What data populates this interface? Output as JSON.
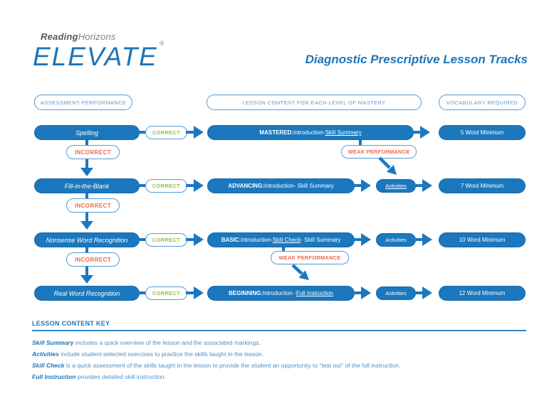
{
  "colors": {
    "primary_blue": "#1B75BB",
    "pill_fill_blue": "#1B78BE",
    "outline_blue": "#549AD4",
    "header_text_blue": "#5B9BD5",
    "green_correct": "#8CC63F",
    "orange_incorrect": "#F2684C",
    "brand_gray_dark": "#58595B",
    "brand_gray": "#808285"
  },
  "brand": {
    "name_bold": "Reading",
    "name_light": "Horizons",
    "product": "ELEVATE",
    "registered_mark": "®"
  },
  "title": "Diagnostic Prescriptive Lesson Tracks",
  "column_headers": {
    "assessment": "ASSESSMENT PERFORMANCE",
    "lesson": "LESSON CONTENT FOR EACH LEVEL OF MASTERY",
    "vocabulary": "VOCABULARY REQUIRED"
  },
  "labels": {
    "correct": "CORRECT",
    "incorrect": "INCORRECT",
    "weak_performance": "WEAK PERFORMANCE",
    "activities": "Activities"
  },
  "rows": [
    {
      "assessment": "Spelling",
      "level": "MASTERED:",
      "content_pre": " Introduction- ",
      "content_link": "Skill Summary",
      "content_post": "",
      "vocabulary": "5 Word Minimum"
    },
    {
      "assessment": "Fill-in-the-Blank",
      "level": "ADVANCING:",
      "content_pre": " Introduction- Skill Summary",
      "content_link": "",
      "content_post": "",
      "activities": "Activities",
      "vocabulary": "7 Word Minimum"
    },
    {
      "assessment": "Nonsense Word Recognition",
      "level": "BASIC:",
      "content_pre": " Introduction- ",
      "content_link": "Skill Check",
      "content_post": "- Skill Summary",
      "activities": "Activities",
      "vocabulary": "10 Word Minimum"
    },
    {
      "assessment": "Real Word Recognition",
      "level": "BEGINNING:",
      "content_pre": " Introduction - ",
      "content_link": "Full Instruction",
      "content_post": "",
      "activities": "Activities",
      "vocabulary": "12 Word Minimum"
    }
  ],
  "key": {
    "title": "LESSON CONTENT KEY",
    "items": [
      {
        "term": "Skill Summary",
        "rest": " includes a quick overview of the lesson and the associated markings."
      },
      {
        "term": "Activities",
        "rest": " include student-selected exercises to practice the skills taught in the lesson."
      },
      {
        "term": "Skill Check",
        "rest": " is a quick assessment of the skills taught in the lesson to provide the student an opportunity to “test out” of the full instruction."
      },
      {
        "term": "Full Instruction",
        "rest": " provides detailed skill instruction."
      }
    ]
  }
}
